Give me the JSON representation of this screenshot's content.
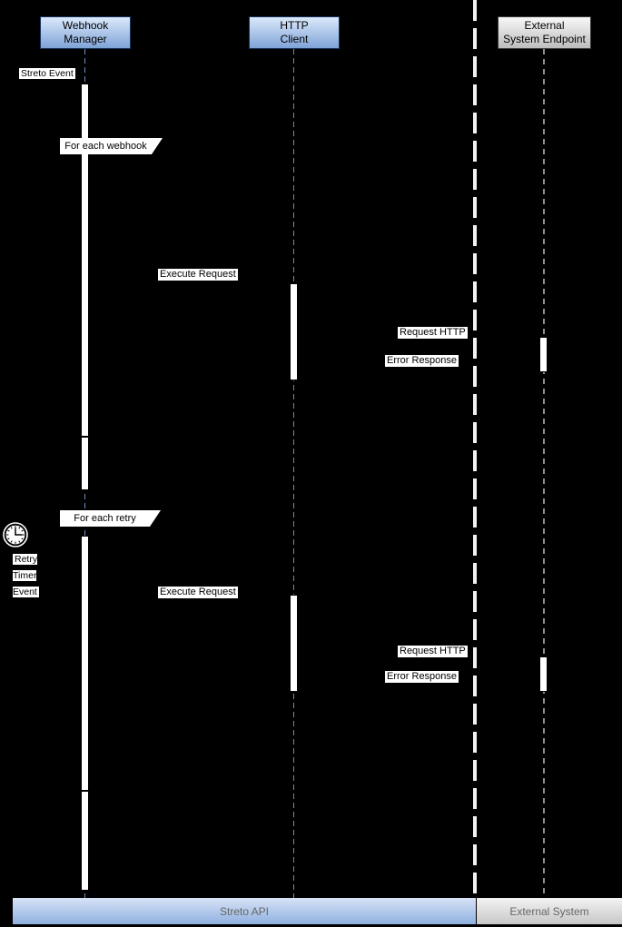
{
  "participants": [
    {
      "label": "Webhook\nManager",
      "type": "internal"
    },
    {
      "label": "HTTP\nClient",
      "type": "internal"
    },
    {
      "label": "External\nSystem Endpoint",
      "type": "external"
    }
  ],
  "messages": {
    "streto_event": "Streto Event",
    "loop_webhook": "For each webhook",
    "execute_request_1": "Execute Request",
    "request_http_1": "Request HTTP",
    "error_response_1": "Error Response",
    "loop_retry": "For each retry",
    "retry_timer_event": "Retry\nTimer\nEvent",
    "execute_request_2": "Execute Request",
    "request_http_2": "Request HTTP",
    "error_response_2": "Error Response"
  },
  "zones": {
    "streto_api": "Streto API",
    "external_system": "External System"
  },
  "icons": {
    "clock": "retry-timer-clock-icon"
  },
  "colors": {
    "background": "#000000",
    "participant_blue_top": "#dbe9fb",
    "participant_blue_bottom": "#7fa3d7",
    "participant_blue_border": "#16335d",
    "participant_gray_top": "#f8f8f8",
    "participant_gray_bottom": "#bdbdbd",
    "lifeline_blue": "#6c8ebf",
    "lifeline_gray": "#8f8f8f",
    "activation_bar": "#ffffff",
    "separator": "#f2f2f2",
    "zone_blue_top": "#d7e3f6",
    "zone_blue_bottom": "#8fb0e0",
    "zone_gray_top": "#f3f3f3",
    "zone_gray_bottom": "#c7c7c7",
    "zone_text": "#666666"
  }
}
